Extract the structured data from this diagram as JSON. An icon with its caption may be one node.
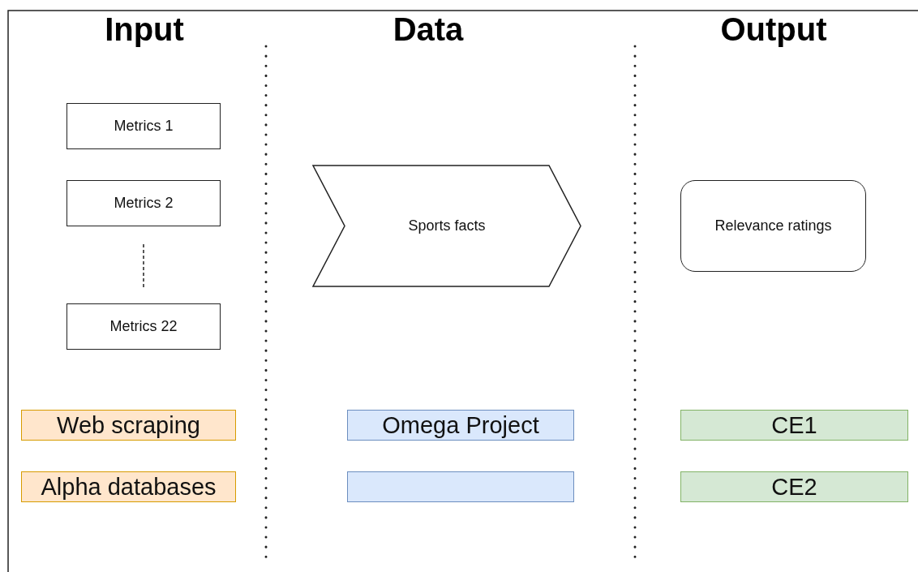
{
  "diagram": {
    "nodes": [
      {
        "text": [
          "Metrics 1"
        ]
      },
      {
        "text": [
          "Metrics 2"
        ]
      },
      {
        "text": [
          "Metrics 22"
        ]
      },
      {
        "text": [
          "Sports facts"
        ]
      },
      {
        "text": [
          "Relevance ratings"
        ]
      },
      {
        "text": [
          "Web scraping"
        ]
      },
      {
        "text": [
          "Alpha databases"
        ]
      },
      {
        "text": [
          "Omega Project"
        ]
      },
      {
        "text": [],
        "shape": "box"
      },
      {
        "text": [
          "CE1"
        ]
      },
      {
        "text": [
          "CE2"
        ]
      }
    ],
    "edges": [
      {
        "from": 1,
        "to": 2,
        "arrow": "none",
        "style": "dashed"
      }
    ],
    "labels": [
      "Input",
      "Data",
      "Output"
    ]
  }
}
